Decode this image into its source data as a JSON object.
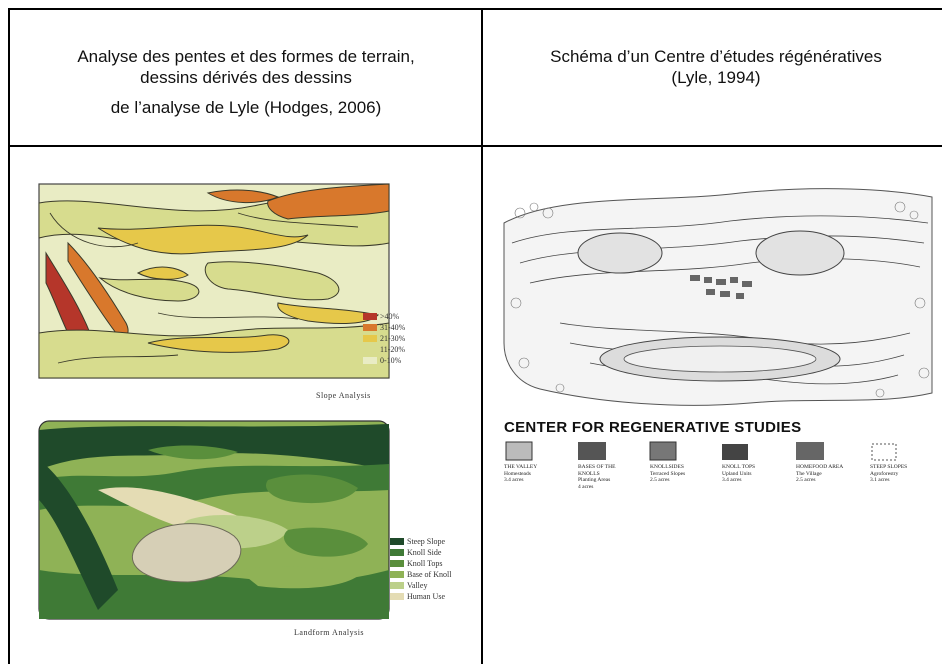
{
  "table": {
    "left_header": {
      "line1": "Analyse des pentes et des formes de terrain,",
      "line2": "dessins dérivés des dessins",
      "line3": "de l’analyse de Lyle (Hodges, 2006)"
    },
    "right_header": {
      "line1": "Schéma d’un Centre d’études régénératives",
      "line2": "(Lyle, 1994)"
    }
  },
  "slope_analysis": {
    "caption": "Slope Analysis",
    "legend": [
      {
        "label": ">40%",
        "color": "#b5362a"
      },
      {
        "label": "31-40%",
        "color": "#d8782c"
      },
      {
        "label": "21-30%",
        "color": "#e6c84a"
      },
      {
        "label": "11-20%",
        "color": "#d7dc8e"
      },
      {
        "label": "0-10%",
        "color": "#e9ecc4"
      }
    ]
  },
  "landform_analysis": {
    "caption": "Landform Analysis",
    "legend": [
      {
        "label": "Steep Slope",
        "color": "#1f4a2a"
      },
      {
        "label": "Knoll Side",
        "color": "#3f7a36"
      },
      {
        "label": "Knoll Tops",
        "color": "#5a8f3c"
      },
      {
        "label": "Base of Knoll",
        "color": "#8fb256"
      },
      {
        "label": "Valley",
        "color": "#bcd08a"
      },
      {
        "label": "Human Use",
        "color": "#e4dcb4"
      }
    ]
  },
  "crs_plan": {
    "title": "CENTER FOR REGENERATIVE STUDIES",
    "items": [
      {
        "line1": "THE VALLEY",
        "line2": "Homesteads",
        "line3": "3.4 acres"
      },
      {
        "line1": "BASES OF THE",
        "line2": "KNOLLS",
        "line3": "Planting Areas",
        "line4": "4 acres"
      },
      {
        "line1": "KNOLLSIDES",
        "line2": "Terraced Slopes",
        "line3": "2.5 acres"
      },
      {
        "line1": "KNOLL TOPS",
        "line2": "Upland Units",
        "line3": "3.4 acres"
      },
      {
        "line1": "HOMEFOOD AREA",
        "line2": "The Village",
        "line3": "2.5 acres"
      },
      {
        "line1": "STEEP SLOPES",
        "line2": "Agroforestry",
        "line3": "3.1 acres"
      }
    ]
  }
}
